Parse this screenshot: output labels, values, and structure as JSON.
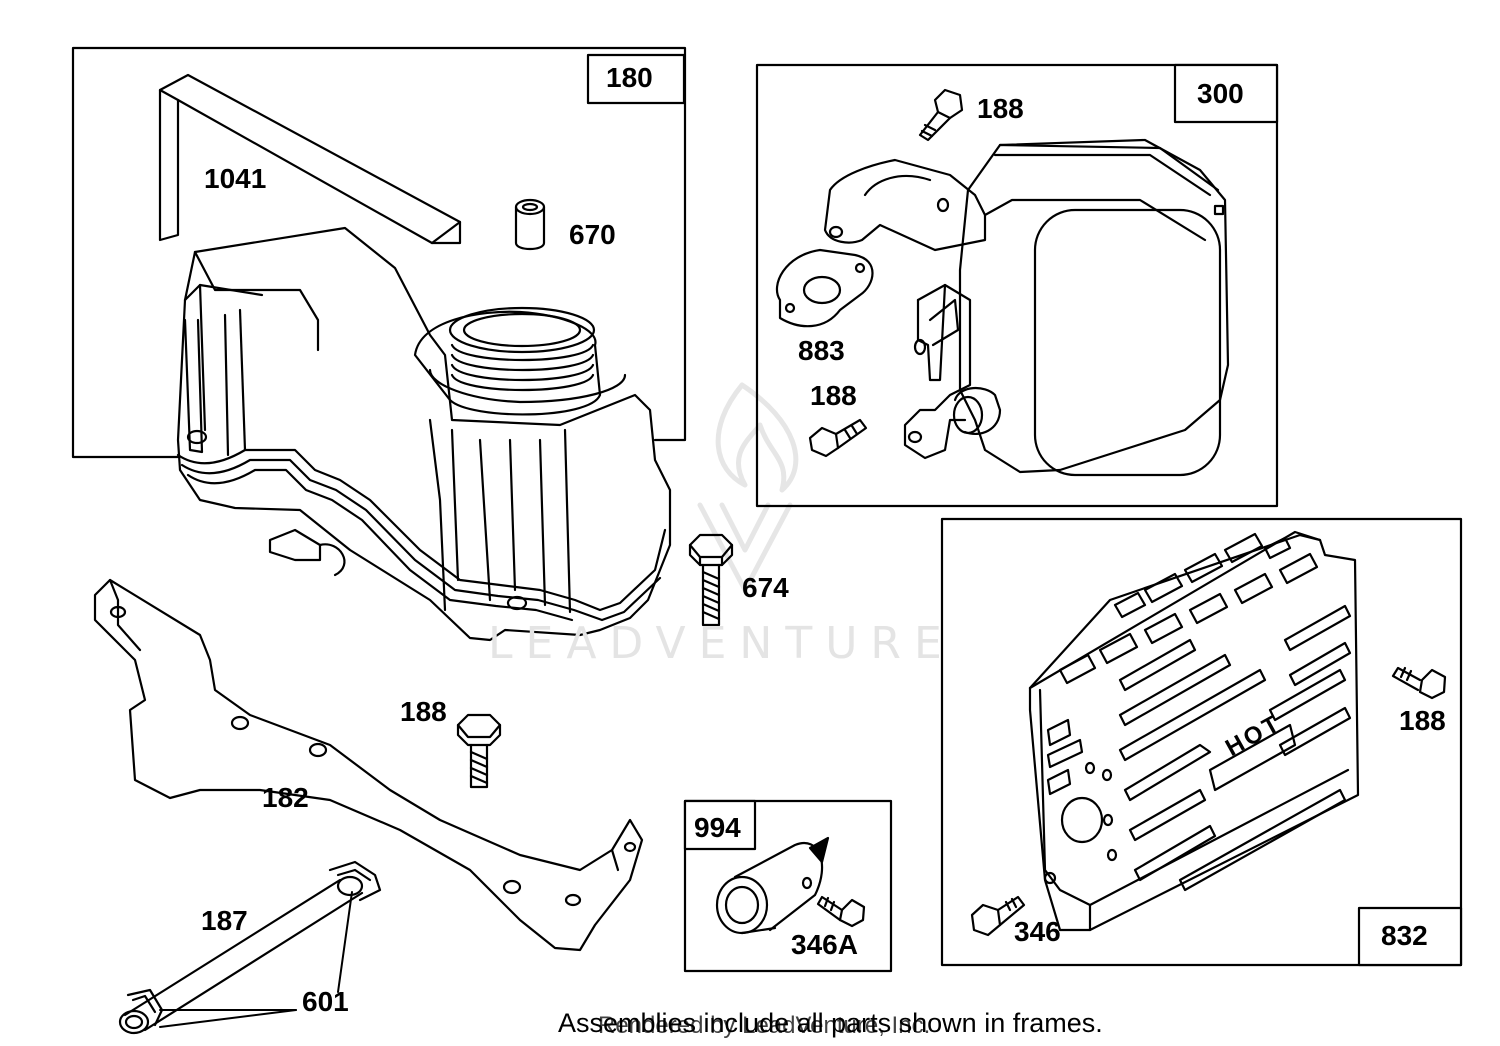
{
  "frames": {
    "f180": "180",
    "f300": "300",
    "f832": "832",
    "f994": "994"
  },
  "parts": {
    "p1041": "1041",
    "p670": "670",
    "p188_a": "188",
    "p883": "883",
    "p188_b": "188",
    "p674": "674",
    "p188_c": "188",
    "p182": "182",
    "p187": "187",
    "p601": "601",
    "p346A": "346A",
    "p346": "346",
    "p188_d": "188"
  },
  "footer": {
    "note": "Assemblies include all parts shown in frames.",
    "rendered": "Rendered by LeadVenture, Inc."
  },
  "watermark": {
    "brand": "LEADVENTURE"
  },
  "engraving": {
    "hot": "HOT"
  }
}
